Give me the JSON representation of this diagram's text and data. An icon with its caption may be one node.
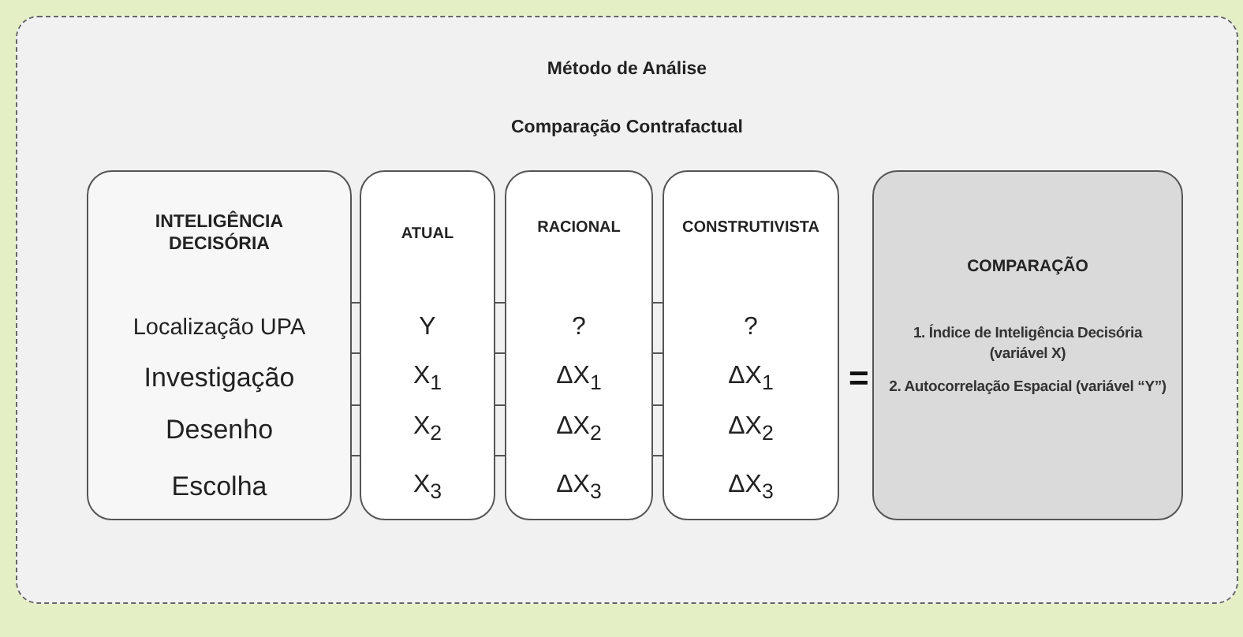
{
  "diagram": {
    "nodes": [
      {
        "text": [
          "Método de Análise",
          "Comparação Contrafactual"
        ]
      },
      {
        "text": [
          "INTELIGÊNCIA DECISÓRIA",
          "Localização UPA",
          "Investigação",
          "Desenho",
          "Escolha"
        ],
        "in": 0
      },
      {
        "text": [
          "ATUAL",
          "Y",
          "X$_{1}$",
          "X$_{2}$",
          "X$_{3}$"
        ],
        "in": 0
      },
      {
        "text": [
          "RACIONAL",
          "?",
          "ΔX$_{1}$",
          "ΔX$_{2}$",
          "ΔX$_{3}$"
        ],
        "in": 0
      },
      {
        "text": [
          "CONSTRUTIVISTA",
          "?",
          "ΔX$_{1}$",
          "ΔX$_{2}$",
          "ΔX$_{3}$"
        ],
        "in": 0
      },
      {
        "text": [
          "COMPARAÇÃO",
          "1. Índice de Inteligência Decisória (variável X)",
          "2. Autocorrelação Espacial (variável “Y”)"
        ],
        "in": 0
      }
    ],
    "labels": [
      "="
    ]
  }
}
